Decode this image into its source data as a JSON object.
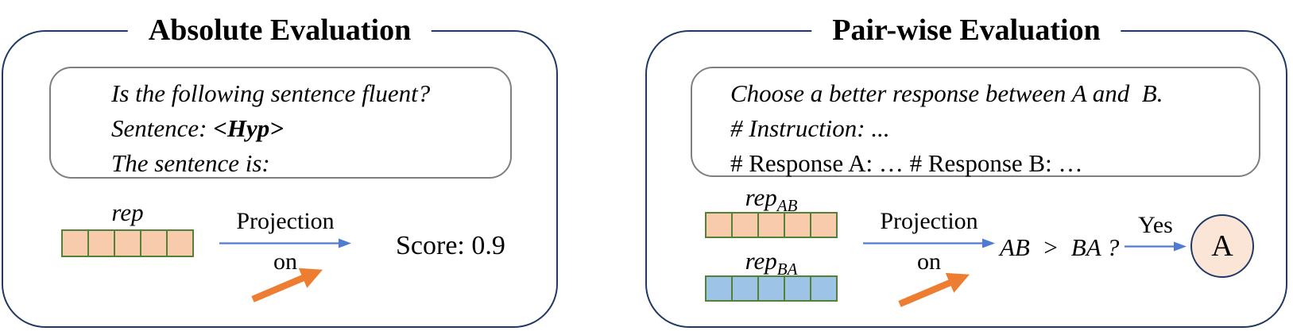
{
  "panels": {
    "absolute": {
      "title": "Absolute Evaluation",
      "prompt": {
        "line1": "Is the following sentence fluent?",
        "line2_label": "Sentence: ",
        "line2_value": "<Hyp>",
        "line3": "The sentence is:"
      },
      "rep_label": "rep",
      "projection_top": "Projection",
      "projection_bottom": "on",
      "result": "Score: 0.9"
    },
    "pairwise": {
      "title": "Pair-wise Evaluation",
      "prompt": {
        "line1": "Choose a better response between A and  B.",
        "line2": "# Instruction: ...",
        "line3": "# Response A: … # Response B: …"
      },
      "rep_ab_base": "rep",
      "rep_ab_sub": "AB",
      "rep_ba_base": "rep",
      "rep_ba_sub": "BA",
      "projection_top": "Projection",
      "projection_bottom": "on",
      "comparison": "AB  >  BA ?",
      "yes_label": "Yes",
      "answer": "A"
    }
  },
  "colors": {
    "panel_border": "#1F3864",
    "prompt_border": "#7F7F7F",
    "orange_cell_fill": "#F8CBAD",
    "blue_cell_fill": "#9DC3E6",
    "cell_border": "#538135",
    "blue_arrow": "#4F7CD2",
    "orange_arrow": "#ED7D31",
    "answer_fill": "#FBE5D6"
  }
}
